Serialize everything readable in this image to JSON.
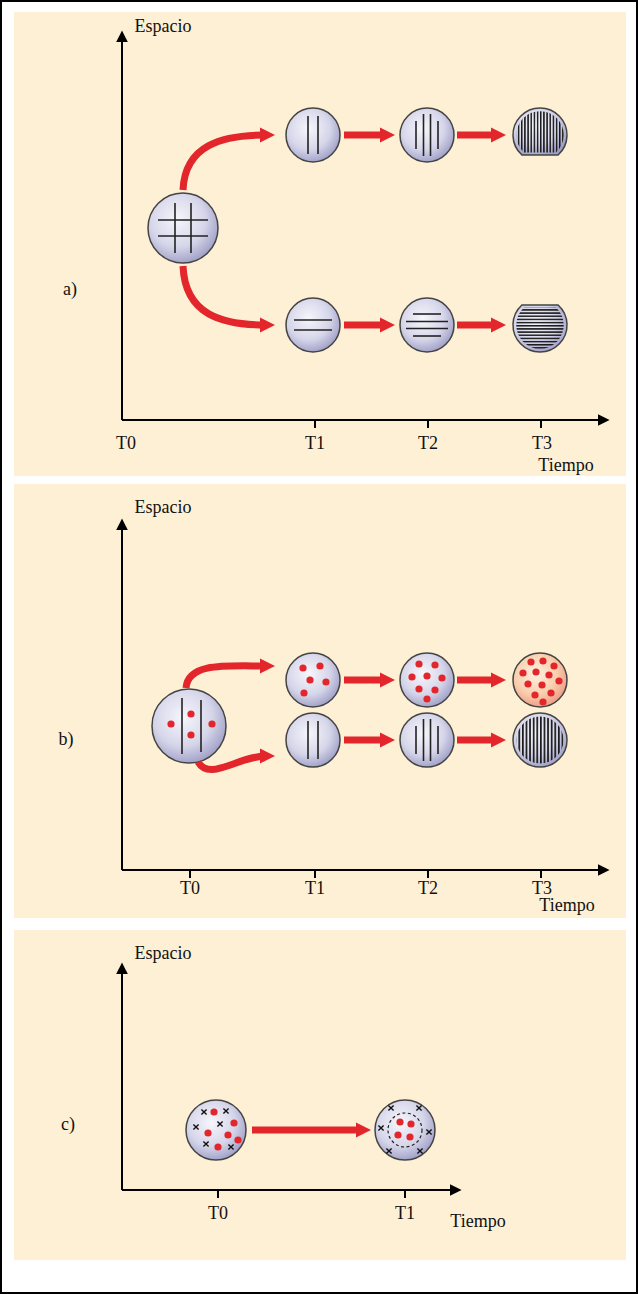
{
  "diagram": {
    "nodes": [
      {
        "text": [
          "Espacio",
          "a)",
          "T0",
          "T1",
          "T2",
          "T3",
          "Tiempo"
        ]
      },
      {
        "text": [
          "Espacio",
          "b)",
          "T0",
          "T1",
          "T2",
          "T3",
          "Tiempo"
        ]
      },
      {
        "text": [
          "Espacio",
          "c)",
          "T0",
          "T1",
          "Tiempo"
        ]
      }
    ]
  }
}
